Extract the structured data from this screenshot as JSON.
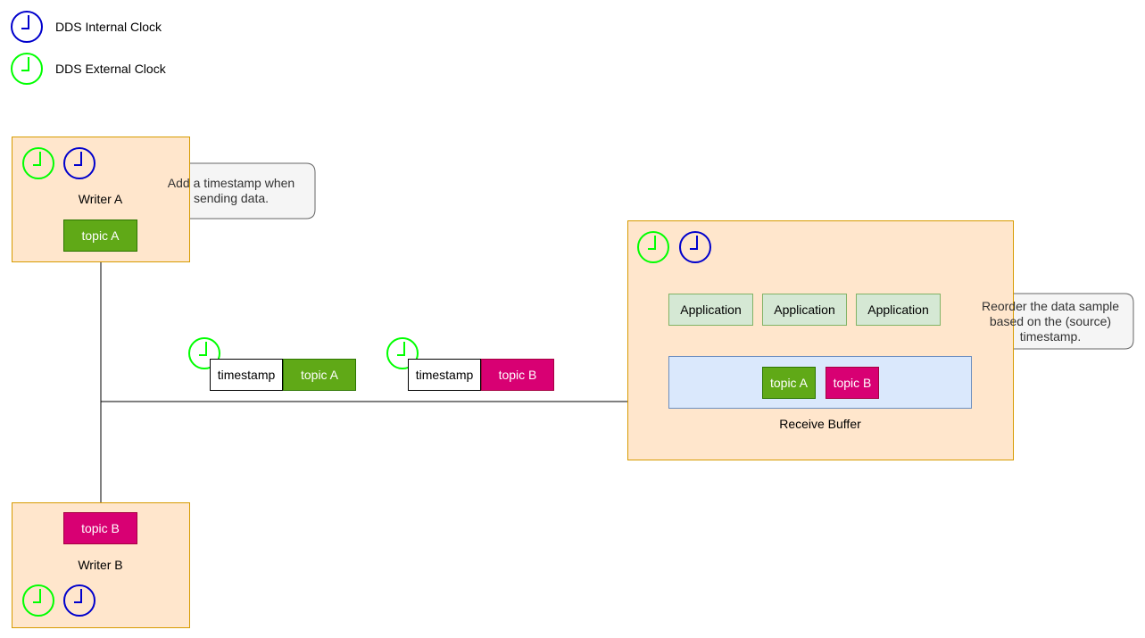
{
  "legend": {
    "internal": {
      "label": "DDS Internal Clock",
      "color": "#0000cc"
    },
    "external": {
      "label": "DDS External Clock",
      "color": "#00ff00"
    }
  },
  "writer_a": {
    "label": "Writer A",
    "topic": "topic A"
  },
  "writer_b": {
    "label": "Writer B",
    "topic": "topic B"
  },
  "callout_writer": "Add a timestamp when sending data.",
  "messages": [
    {
      "timestamp": "timestamp",
      "topic": "topic A"
    },
    {
      "timestamp": "timestamp",
      "topic": "topic B"
    }
  ],
  "reader": {
    "applications": [
      "Application",
      "Application",
      "Application"
    ],
    "buffer_topics": [
      "topic A",
      "topic B"
    ],
    "buffer_label": "Receive Buffer",
    "callout": "Reorder the data sample based on the (source) timestamp."
  },
  "colors": {
    "node_fill": "#ffe6cc",
    "node_stroke": "#d79b00",
    "topic_a": "#60a917",
    "topic_b": "#d80073",
    "app_fill": "#d5e8d4",
    "buffer_fill": "#dae8fc",
    "callout_fill": "#f5f5f5"
  }
}
